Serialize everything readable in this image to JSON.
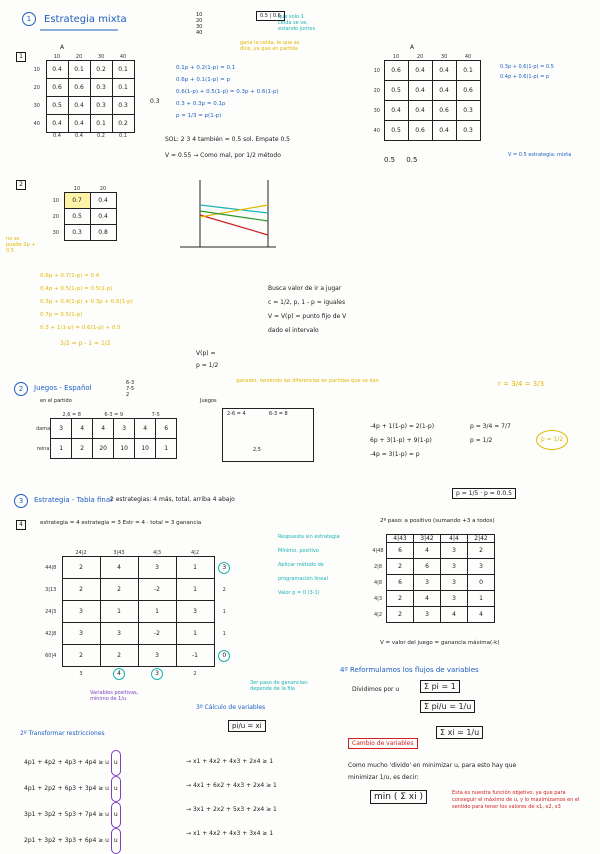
{
  "header": {
    "number": "1",
    "title": "Estrategia mixta",
    "legend_lines": [
      "10",
      "20",
      "30",
      "40"
    ]
  },
  "s1": {
    "label": "1",
    "table1": {
      "top_header": "A",
      "cols": [
        "10",
        "20",
        "30",
        "40"
      ],
      "rows": [
        {
          "label": "10",
          "cells": [
            "0.4",
            "0.1",
            "0.2",
            "0.1"
          ]
        },
        {
          "label": "20",
          "cells": [
            "0.6",
            "0.6",
            "0.3",
            "0.1"
          ]
        },
        {
          "label": "30",
          "cells": [
            "0.5",
            "0.4",
            "0.3",
            "0.3"
          ]
        },
        {
          "label": "40",
          "cells": [
            "0.4",
            "0.4",
            "0.1",
            "0.2"
          ]
        }
      ],
      "col_mins": [
        "0.4",
        "0.4",
        "0.2",
        "0.1"
      ],
      "row_extra": "0.3"
    },
    "eqs": [
      "0.1p + 0.2(1-p) = 0.1",
      "0.6p + 0.1(1-p) = p",
      "0.6(1-p) + 0.5(1-p) = 0.3p + 0.6(1-p)",
      "0.3 + 0.3p = 0.1p",
      "p = 1/3 = p(1-p)"
    ],
    "note1": "SOL: 2 3 4 también = 0.5 sol. Empate 0.5",
    "note2": "V = 0.55 → Como mal, por 1/2 método",
    "yellow_note": "gana la celda, le que se dice, ya que en partida",
    "cyan_note": "que solo 1 celda se ve, estando juntos",
    "table2": {
      "top_header": "A",
      "cols": [
        "10",
        "20",
        "30",
        "40"
      ],
      "rows": [
        {
          "label": "10",
          "cells": [
            "0.6",
            "0.4",
            "0.4",
            "0.1"
          ]
        },
        {
          "label": "20",
          "cells": [
            "0.5",
            "0.4",
            "0.4",
            "0.6"
          ]
        },
        {
          "label": "30",
          "cells": [
            "0.4",
            "0.4",
            "0.6",
            "0.3"
          ]
        },
        {
          "label": "40",
          "cells": [
            "0.5",
            "0.6",
            "0.4",
            "0.3"
          ]
        }
      ],
      "col_mins": [
        "0.5",
        "0.5"
      ]
    },
    "right_eqs": [
      "0.3p + 0.6(1-p) = 0.5",
      "0.4p + 0.6(1-p) = p"
    ],
    "right_note": "V = 0.5 estrategia: mixta"
  },
  "s2": {
    "label": "2",
    "table": {
      "cols": [
        "",
        "10",
        "20"
      ],
      "rows": [
        {
          "label": "10",
          "cells": [
            "0.7",
            "0.4"
          ]
        },
        {
          "label": "20",
          "cells": [
            "0.5",
            "0.4"
          ]
        },
        {
          "label": "30",
          "cells": [
            "0.3",
            "0.8"
          ]
        }
      ]
    },
    "side_note": "no se puede 2p + 0.5",
    "eqs": [
      "0.6p + 0.7(1-p) = 0.4",
      "0.4p + 0.5(1-p) = 0.5(1-p)",
      "0.3p + 0.4(1-p) + 0.3p + 0.6(1-p)",
      "0.7p = 0.5(1-p)",
      "0.3 + 1(1-p) = 0.6(1-p) + 0.5"
    ],
    "frac": "3/2 = p - 1 = 1/2",
    "vp_lines": [
      "V(p) =",
      "p = 1/2"
    ],
    "right_lines": [
      "Busca valor de ir a jugar",
      "c = 1/2, p, 1 - p = iguales",
      "V = V(p) = punto fijo de V",
      "dado el intervalo"
    ]
  },
  "s3": {
    "title": "Juegos - Español",
    "label": "2",
    "sub": "en el partido",
    "legend": [
      "6-3",
      "7-5",
      "2"
    ],
    "table": {
      "cols": [
        "2,6 = 8",
        "6-3 = 9",
        "7-5"
      ],
      "rows": [
        {
          "label": "dama",
          "cells": [
            "3",
            "4",
            "4",
            "3",
            "4",
            "6"
          ]
        },
        {
          "label": "reina",
          "cells": [
            "1",
            "2",
            "20",
            "10",
            "10",
            "1"
          ]
        }
      ]
    },
    "yellow_note": "ganador, teniendo las diferencias en partidas que se dan",
    "tables_right": {
      "label": "Juegos",
      "a": "2-6 = 4",
      "b": "6-3 = 8",
      "c": "2,5"
    },
    "eqs": [
      "-4p + 1(1-p) = 2(1-p)",
      "6p + 3(1-p) + 9(1-p)",
      "-4p = 3(1-p) = p"
    ],
    "right_eqs": [
      "p = 3/4 = 7/7",
      "p = 1/2"
    ],
    "right_top": "r = 3/4 = 3/3"
  },
  "s4": {
    "title": "Estrategia - Tabla final",
    "label": "4",
    "summary": "2 estrategias: 4 más, total, arriba 4 abajo",
    "boxed": "p = 1/5 · p = 0.0.5",
    "note": "estrategia = 4   estrategia = 3   Estr = 4 · total = 3 ganancia",
    "main_table": {
      "cols": [
        "",
        "24|2",
        "3|43",
        "4|3",
        "4|2"
      ],
      "rows": [
        {
          "label": "44|8",
          "cells": [
            "2",
            "4",
            "3",
            "1"
          ],
          "right": "3"
        },
        {
          "label": "3|13",
          "cells": [
            "2",
            "2",
            "-2",
            "1"
          ],
          "right": "2"
        },
        {
          "label": "24|3",
          "cells": [
            "3",
            "1",
            "1",
            "3"
          ],
          "right": "1"
        },
        {
          "label": "42|8",
          "cells": [
            "3",
            "3",
            "-2",
            "1"
          ],
          "right": "1"
        },
        {
          "label": "60|4",
          "cells": [
            "2",
            "2",
            "3",
            "-1"
          ],
          "right": "0"
        }
      ],
      "col_max": [
        "3",
        "4",
        "3",
        "2"
      ]
    },
    "cyan_notes": [
      "Respuesta sin estrategia",
      "Mínimo, positivo",
      "Aplicar método de programación lineal",
      "Valor p = 0 (3-1)"
    ],
    "cyan_bottom": "3er paso de ganancias: depende de la fila",
    "right_table": {
      "cols": [
        "",
        "4|43",
        "3|42",
        "4|4",
        "2|42"
      ],
      "rows": [
        {
          "label": "4|48",
          "cells": [
            "6",
            "4",
            "3",
            "2"
          ]
        },
        {
          "label": "2|8",
          "cells": [
            "2",
            "6",
            "3",
            "3"
          ]
        },
        {
          "label": "4|8",
          "cells": [
            "6",
            "3",
            "3",
            "0"
          ]
        },
        {
          "label": "4|3",
          "cells": [
            "2",
            "4",
            "3",
            "1"
          ]
        },
        {
          "label": "4|2",
          "cells": [
            "2",
            "3",
            "4",
            "4"
          ]
        }
      ]
    },
    "right_header": "2º paso: a positivo (sumando +3 a todos)",
    "right_note": "V = valor del juego = ganancia máxima(-k)"
  },
  "s5": {
    "step": "4º Reformulamos los flujos de variables",
    "eq1": "Σ pi = 1",
    "eq2": "Σ pi/u = 1/u",
    "eq3": "Σ xi = 1/u",
    "labels": [
      "Dividimos por u",
      "Cambio de variables"
    ],
    "obj": "min ( Σ xi )",
    "text": "Como mucho 'divido' en minimizar u, para esto hay que minimizar 1/u, es decir:",
    "red_note": "Esta es nuestra función objetivo, ya que para conseguir el máximo de u, y lo maximizamos en el sentido para tener los valores de x1, x2, x3",
    "step3": "3º Cálculo de variables",
    "step3_box": "pi/u = xi",
    "step2": "2º Transformar restricciones",
    "purple": "Variables positivas, mínimo de 1/u",
    "constraints": [
      "4p1 + 4p2 + 4p3 + 4p4 ≥ u",
      "4p1 + 2p2 + 6p3 + 3p4 ≥ u",
      "3p1 + 3p2 + 5p3 + 7p4 ≥ u",
      "2p1 + 3p2 + 3p3 + 6p4 ≥ u"
    ],
    "transformed": [
      "x1 + 4x2 + 4x3 + 2x4 ≥ 1",
      "4x1 + 6x2 + 4x3 + 2x4 ≥ 1",
      "3x1 + 2x2 + 5x3 + 2x4 ≥ 1",
      "x1 + 4x2 + 4x3 + 3x4 ≥ 1"
    ],
    "circled": [
      "u",
      "u",
      "u",
      "u"
    ]
  }
}
